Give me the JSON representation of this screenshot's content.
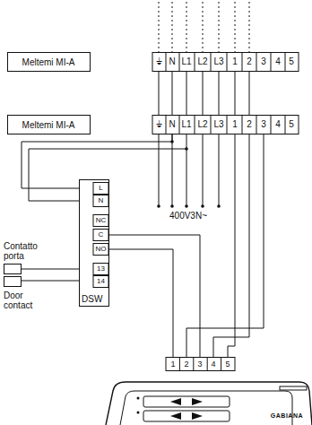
{
  "diagram": {
    "nodes": [
      {
        "text": [
          "Meltemi MI-A"
        ]
      },
      {
        "text": [
          "Meltemi MI-A"
        ]
      },
      {
        "text": [
          "DSW"
        ]
      },
      {
        "text": [
          "Contatto porta",
          "Door contact"
        ]
      },
      {
        "text": [
          "GABIANA"
        ]
      }
    ],
    "edges": [
      {
        "from": 0,
        "to": 1,
        "arrow": "none"
      },
      {
        "from": 1,
        "to": 2,
        "arrow": "none"
      },
      {
        "from": 2,
        "to": 4,
        "arrow": "none"
      },
      {
        "from": 1,
        "to": 4,
        "arrow": "none"
      },
      {
        "from": 3,
        "to": 2,
        "arrow": "none"
      }
    ],
    "labels": [
      "⏚",
      "N",
      "L1",
      "L2",
      "L3",
      "1",
      "2",
      "3",
      "4",
      "5",
      "⏚",
      "N",
      "L1",
      "L2",
      "L3",
      "1",
      "2",
      "3",
      "4",
      "5",
      "400V3N~",
      "L",
      "N",
      "NC",
      "C",
      "NO",
      "13",
      "14",
      "1",
      "2",
      "3",
      "4",
      "5"
    ]
  }
}
